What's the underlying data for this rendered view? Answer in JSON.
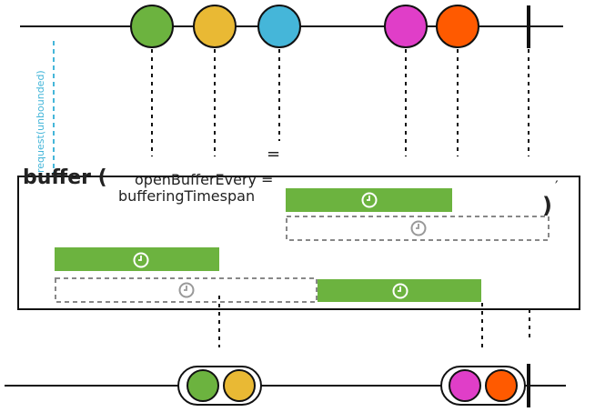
{
  "operator": {
    "name": "buffer (",
    "param_open": "openBufferEvery =",
    "param_span": "bufferingTimespan",
    "equals_upper": "=",
    "close_paren": ")",
    "tick": "′"
  },
  "request_label": "request(unbounded)",
  "colors": {
    "line": "#111111",
    "green": "#6cb33f",
    "yellow": "#e9b934",
    "blue": "#45b6d9",
    "magenta": "#e03ec8",
    "orange": "#ff5a00",
    "dashed_box": "#888888",
    "request": "#45b6d9"
  },
  "source_marbles": [
    {
      "name": "green-marble",
      "color": "green"
    },
    {
      "name": "yellow-marble",
      "color": "yellow"
    },
    {
      "name": "blue-marble",
      "color": "blue"
    },
    {
      "name": "magenta-marble",
      "color": "magenta"
    },
    {
      "name": "orange-marble",
      "color": "orange"
    }
  ],
  "buffer_icon": "clock-icon"
}
